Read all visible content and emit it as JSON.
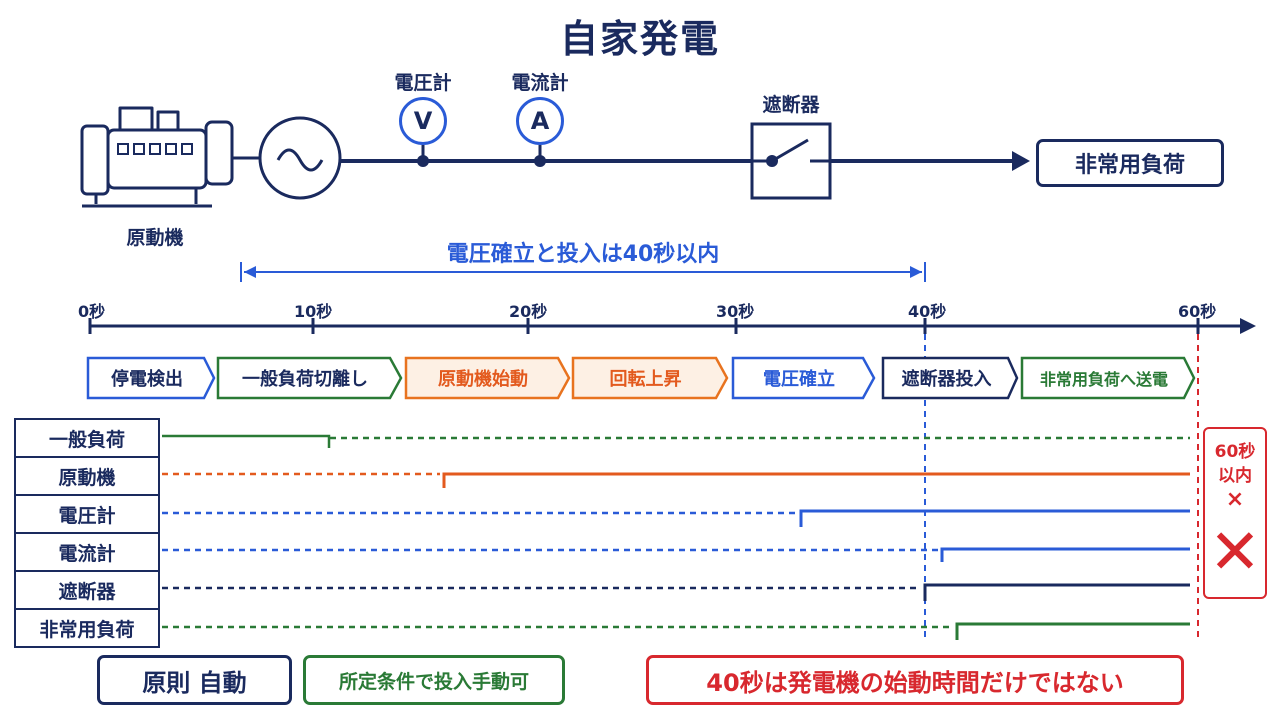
{
  "title": "自家発電",
  "circuit": {
    "engine_label": "原動機",
    "voltmeter": {
      "label": "電圧計",
      "symbol": "V"
    },
    "ammeter": {
      "label": "電流計",
      "symbol": "A"
    },
    "breaker_label": "遮断器",
    "load_label": "非常用負荷"
  },
  "span_label": "電圧確立と投入は40秒以内",
  "timeline": {
    "ticks": [
      "0秒",
      "10秒",
      "20秒",
      "30秒",
      "40秒",
      "60秒"
    ]
  },
  "stages": [
    {
      "label": "停電検出",
      "color": "#2a5bd7"
    },
    {
      "label": "一般負荷切離し",
      "color": "#2a7a36"
    },
    {
      "label": "原動機始動",
      "color": "#e8731f"
    },
    {
      "label": "回転上昇",
      "color": "#e8731f"
    },
    {
      "label": "電圧確立",
      "color": "#2a5bd7"
    },
    {
      "label": "遮断器投入",
      "color": "#1a2a5e"
    },
    {
      "label": "非常用負荷へ送電",
      "color": "#2a7a36"
    }
  ],
  "rows": [
    {
      "label": "一般負荷",
      "color": "#2a7a36"
    },
    {
      "label": "原動機",
      "color": "#e35a1e"
    },
    {
      "label": "電圧計",
      "color": "#2a5bd7"
    },
    {
      "label": "電流計",
      "color": "#2a5bd7"
    },
    {
      "label": "遮断器",
      "color": "#1a2a5e"
    },
    {
      "label": "非常用負荷",
      "color": "#2a7a36"
    }
  ],
  "limit": {
    "line1": "60秒",
    "line2": "以内",
    "small_mark": "×",
    "big_mark": "✕"
  },
  "notes": {
    "auto": "原則 自動",
    "manual": "所定条件で投入手動可",
    "warning": "40秒は発電機の始動時間だけではない"
  }
}
